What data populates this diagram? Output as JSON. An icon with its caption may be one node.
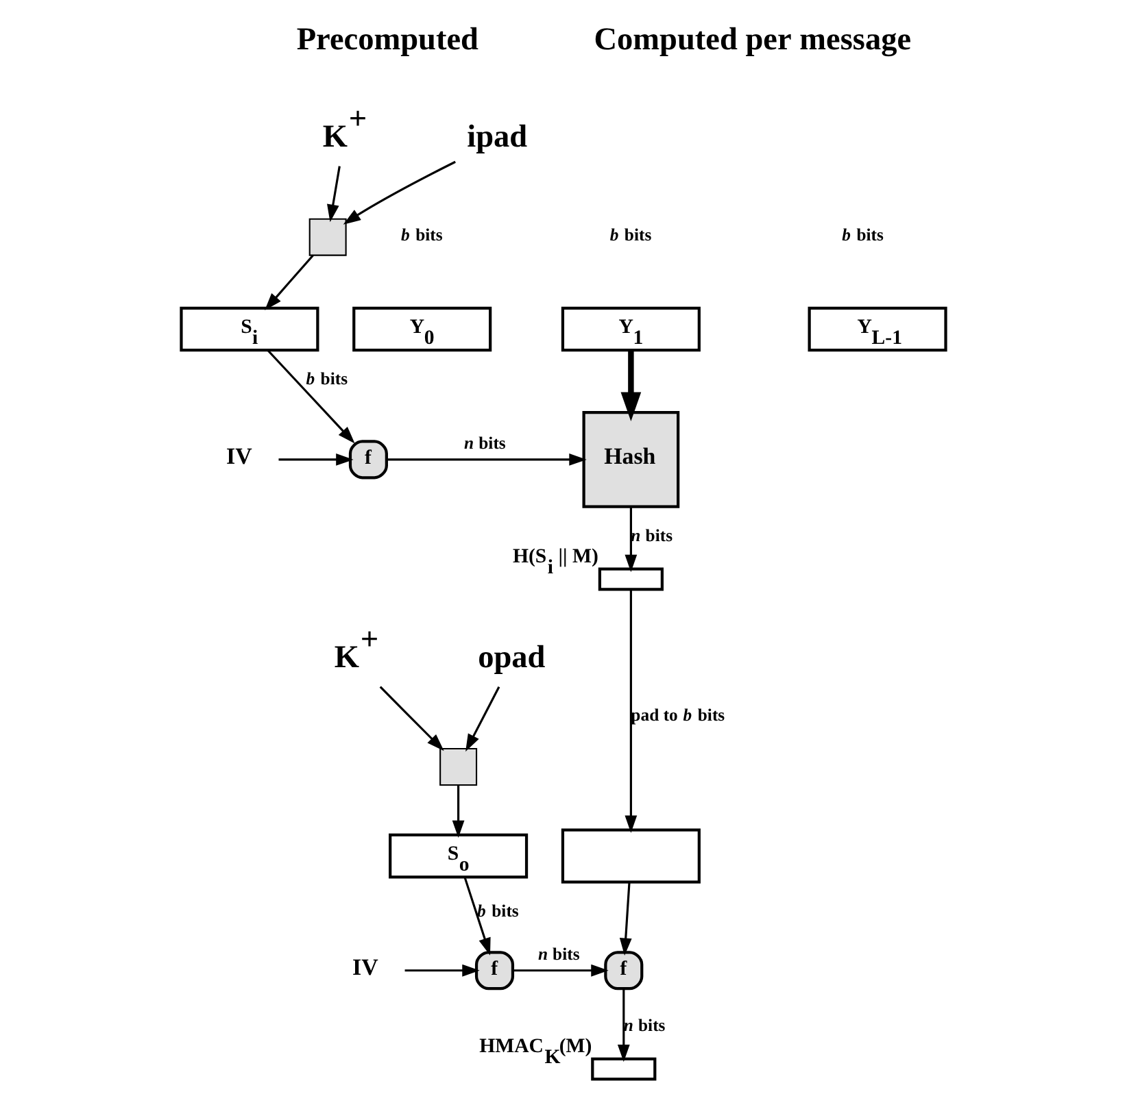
{
  "diagram": {
    "nodes": [
      {
        "text": [
          "K$^{+}$"
        ]
      },
      {
        "text": [
          "ipad"
        ]
      },
      {
        "text": [],
        "shape": "box"
      },
      {
        "text": [
          "S$_{i}$"
        ]
      },
      {
        "text": [
          "IV"
        ]
      },
      {
        "text": [
          "f"
        ]
      },
      {
        "text": [
          "Y$_{0}$"
        ]
      },
      {
        "text": [
          "Y$_{1}$"
        ]
      },
      {
        "text": [
          "Y$_{L-1}$"
        ]
      },
      {
        "text": [
          "Hash"
        ]
      },
      {
        "text": [],
        "shape": "box",
        "beside": [
          "H(S$_{i}$ || M)"
        ]
      },
      {
        "text": [
          "K$^{+}$"
        ]
      },
      {
        "text": [
          "opad"
        ]
      },
      {
        "text": [],
        "shape": "box"
      },
      {
        "text": [
          "S$_{o}$"
        ]
      },
      {
        "text": [
          "IV"
        ]
      },
      {
        "text": [
          "f"
        ]
      },
      {
        "text": [],
        "shape": "box"
      },
      {
        "text": [
          "f"
        ]
      },
      {
        "text": [],
        "shape": "box",
        "beside": [
          "HMAC$_{K}$(M)"
        ]
      }
    ],
    "edges": [
      {
        "from": 0,
        "to": 2,
        "arrow": "to"
      },
      {
        "from": 1,
        "to": 2,
        "arrow": "to"
      },
      {
        "from": 2,
        "to": 3,
        "arrow": "to"
      },
      {
        "from": 3,
        "to": 5,
        "arrow": "to",
        "label": "*b* bits"
      },
      {
        "from": 4,
        "to": 5,
        "arrow": "to"
      },
      {
        "from": 5,
        "to": 9,
        "arrow": "to",
        "label": "*n* bits"
      },
      {
        "from": 7,
        "to": 9,
        "arrow": "to",
        "style": "thick"
      },
      {
        "from": 9,
        "to": 10,
        "arrow": "to",
        "label": "*n* bits"
      },
      {
        "from": 10,
        "to": 17,
        "arrow": "to",
        "label": "pad to *b* bits"
      },
      {
        "from": 11,
        "to": 13,
        "arrow": "to"
      },
      {
        "from": 12,
        "to": 13,
        "arrow": "to"
      },
      {
        "from": 13,
        "to": 14,
        "arrow": "to"
      },
      {
        "from": 14,
        "to": 16,
        "arrow": "to",
        "label": "*b* bits"
      },
      {
        "from": 15,
        "to": 16,
        "arrow": "to"
      },
      {
        "from": 16,
        "to": 18,
        "arrow": "to",
        "label": "*n* bits"
      },
      {
        "from": 17,
        "to": 18,
        "arrow": "to"
      },
      {
        "from": 18,
        "to": 19,
        "arrow": "to",
        "label": "*n* bits"
      }
    ],
    "labels": [
      "Precomputed",
      "Computed per message",
      "*b* bits",
      "*b* bits",
      "*b* bits"
    ]
  }
}
